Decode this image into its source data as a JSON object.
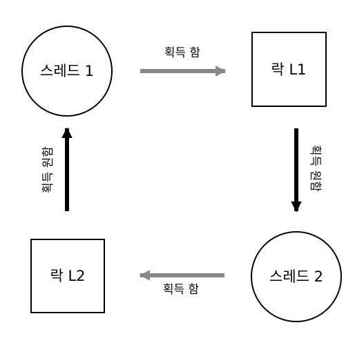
{
  "nodes": {
    "thread1": {
      "label": "스레드 1"
    },
    "lockL1": {
      "label": "락 L1"
    },
    "thread2": {
      "label": "스레드 2"
    },
    "lockL2": {
      "label": "락 L2"
    }
  },
  "edges": {
    "thread1_to_l1": {
      "label": "획득 함"
    },
    "l1_to_thread2": {
      "label": "획득 원함"
    },
    "thread2_to_l2": {
      "label": "획득 함"
    },
    "l2_to_thread1": {
      "label": "획득 원함"
    }
  },
  "colors": {
    "acquired_arrow": "#888888",
    "wants_arrow": "#000000",
    "stroke": "#000000",
    "background": "#ffffff"
  }
}
